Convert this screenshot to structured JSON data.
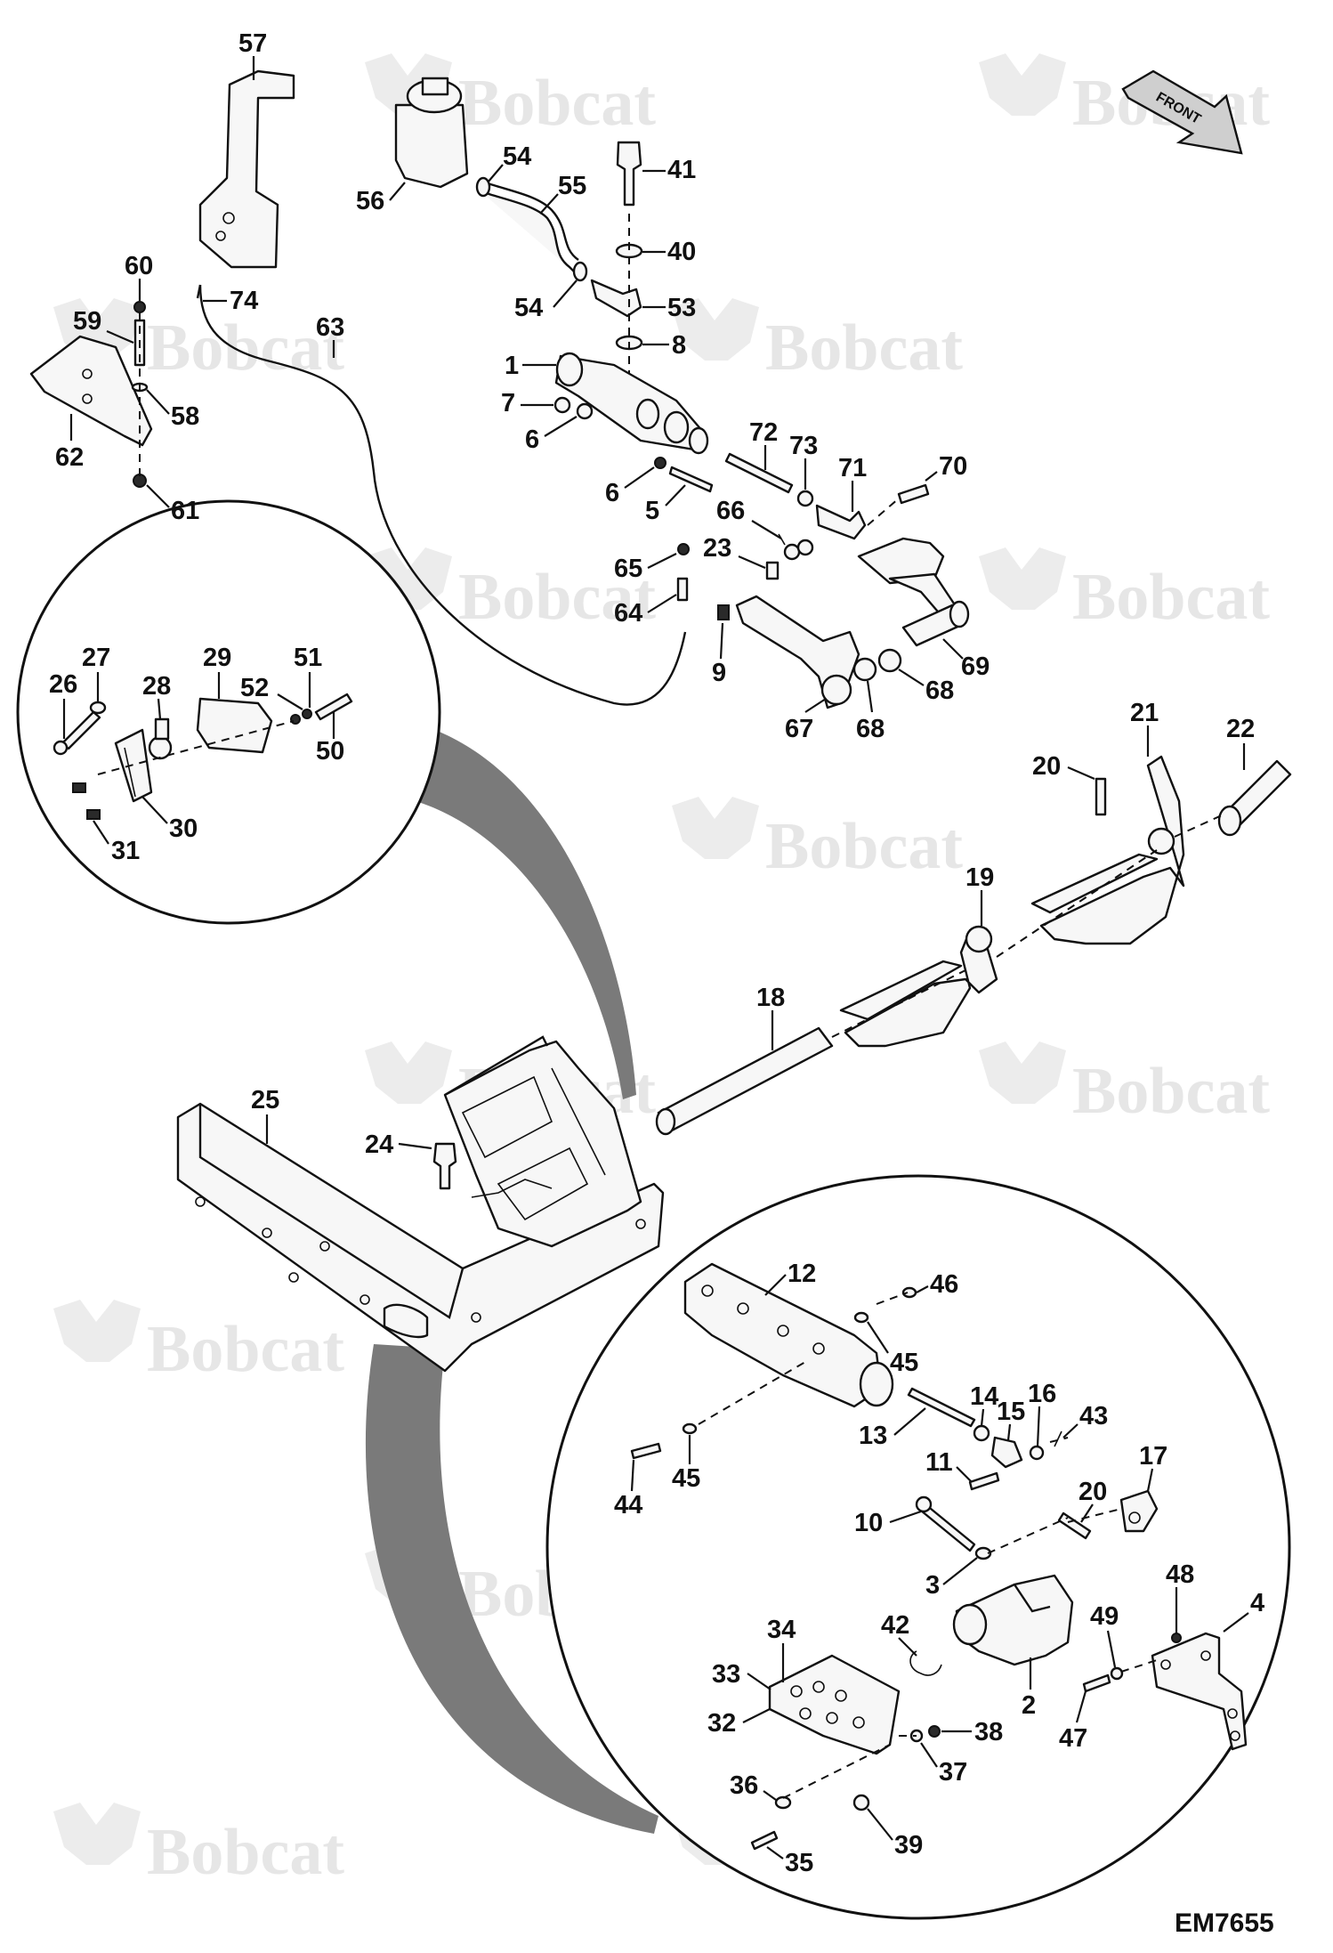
{
  "drawing": {
    "id": "EM7655",
    "front_arrow_label": "FRONT",
    "watermark_text": "Bobcat"
  },
  "callouts": {
    "c1": "1",
    "c2": "2",
    "c3": "3",
    "c4": "4",
    "c5": "5",
    "c6a": "6",
    "c6b": "6",
    "c7": "7",
    "c8": "8",
    "c9": "9",
    "c10": "10",
    "c11": "11",
    "c12": "12",
    "c13": "13",
    "c14": "14",
    "c15": "15",
    "c16": "16",
    "c17": "17",
    "c18": "18",
    "c19": "19",
    "c20a": "20",
    "c20b": "20",
    "c21": "21",
    "c22": "22",
    "c23": "23",
    "c24": "24",
    "c25": "25",
    "c26": "26",
    "c27": "27",
    "c28": "28",
    "c29": "29",
    "c30": "30",
    "c31": "31",
    "c32": "32",
    "c33": "33",
    "c34": "34",
    "c35": "35",
    "c36": "36",
    "c37": "37",
    "c38": "38",
    "c39": "39",
    "c40": "40",
    "c41": "41",
    "c42": "42",
    "c43": "43",
    "c44": "44",
    "c45a": "45",
    "c45b": "45",
    "c46": "46",
    "c47": "47",
    "c48": "48",
    "c49": "49",
    "c50": "50",
    "c51": "51",
    "c52": "52",
    "c53": "53",
    "c54a": "54",
    "c54b": "54",
    "c55": "55",
    "c56": "56",
    "c57": "57",
    "c58": "58",
    "c59": "59",
    "c60": "60",
    "c61": "61",
    "c62": "62",
    "c63": "63",
    "c64": "64",
    "c65": "65",
    "c66": "66",
    "c67": "67",
    "c68a": "68",
    "c68b": "68",
    "c69": "69",
    "c70": "70",
    "c71": "71",
    "c72": "72",
    "c73": "73",
    "c74": "74"
  }
}
